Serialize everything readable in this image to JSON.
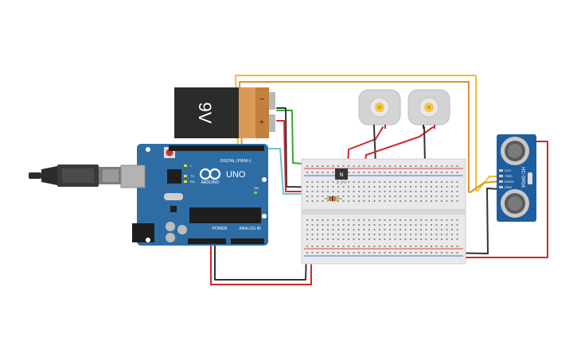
{
  "battery": {
    "voltage_label": "9V",
    "minus_label": "−",
    "plus_label": "+"
  },
  "arduino": {
    "brand_label": "ARDUINO",
    "model_label": "UNO",
    "digital_label": "DIGITAL (PWM~)",
    "power_label": "POWER",
    "analog_label": "ANALOG IN",
    "tx_label": "TX",
    "rx_label": "RX",
    "l_label": "L",
    "on_label": "ON"
  },
  "transistor": {
    "label": "N"
  },
  "sensor": {
    "model_label": "HC-SR04",
    "pins": [
      "VCC",
      "TRIG",
      "ECHO",
      "GND"
    ]
  },
  "colors": {
    "wire_red": "#d0282a",
    "wire_black": "#333333",
    "wire_yellow": "#f2be22",
    "wire_orange": "#d9952b",
    "wire_green": "#3ba33b",
    "wire_cyan": "#6cc2d0",
    "arduino_board": "#2e6da4",
    "sensor_board": "#1f5e9e",
    "battery_body": "#2b2b2b",
    "battery_cap": "#d99a55"
  }
}
